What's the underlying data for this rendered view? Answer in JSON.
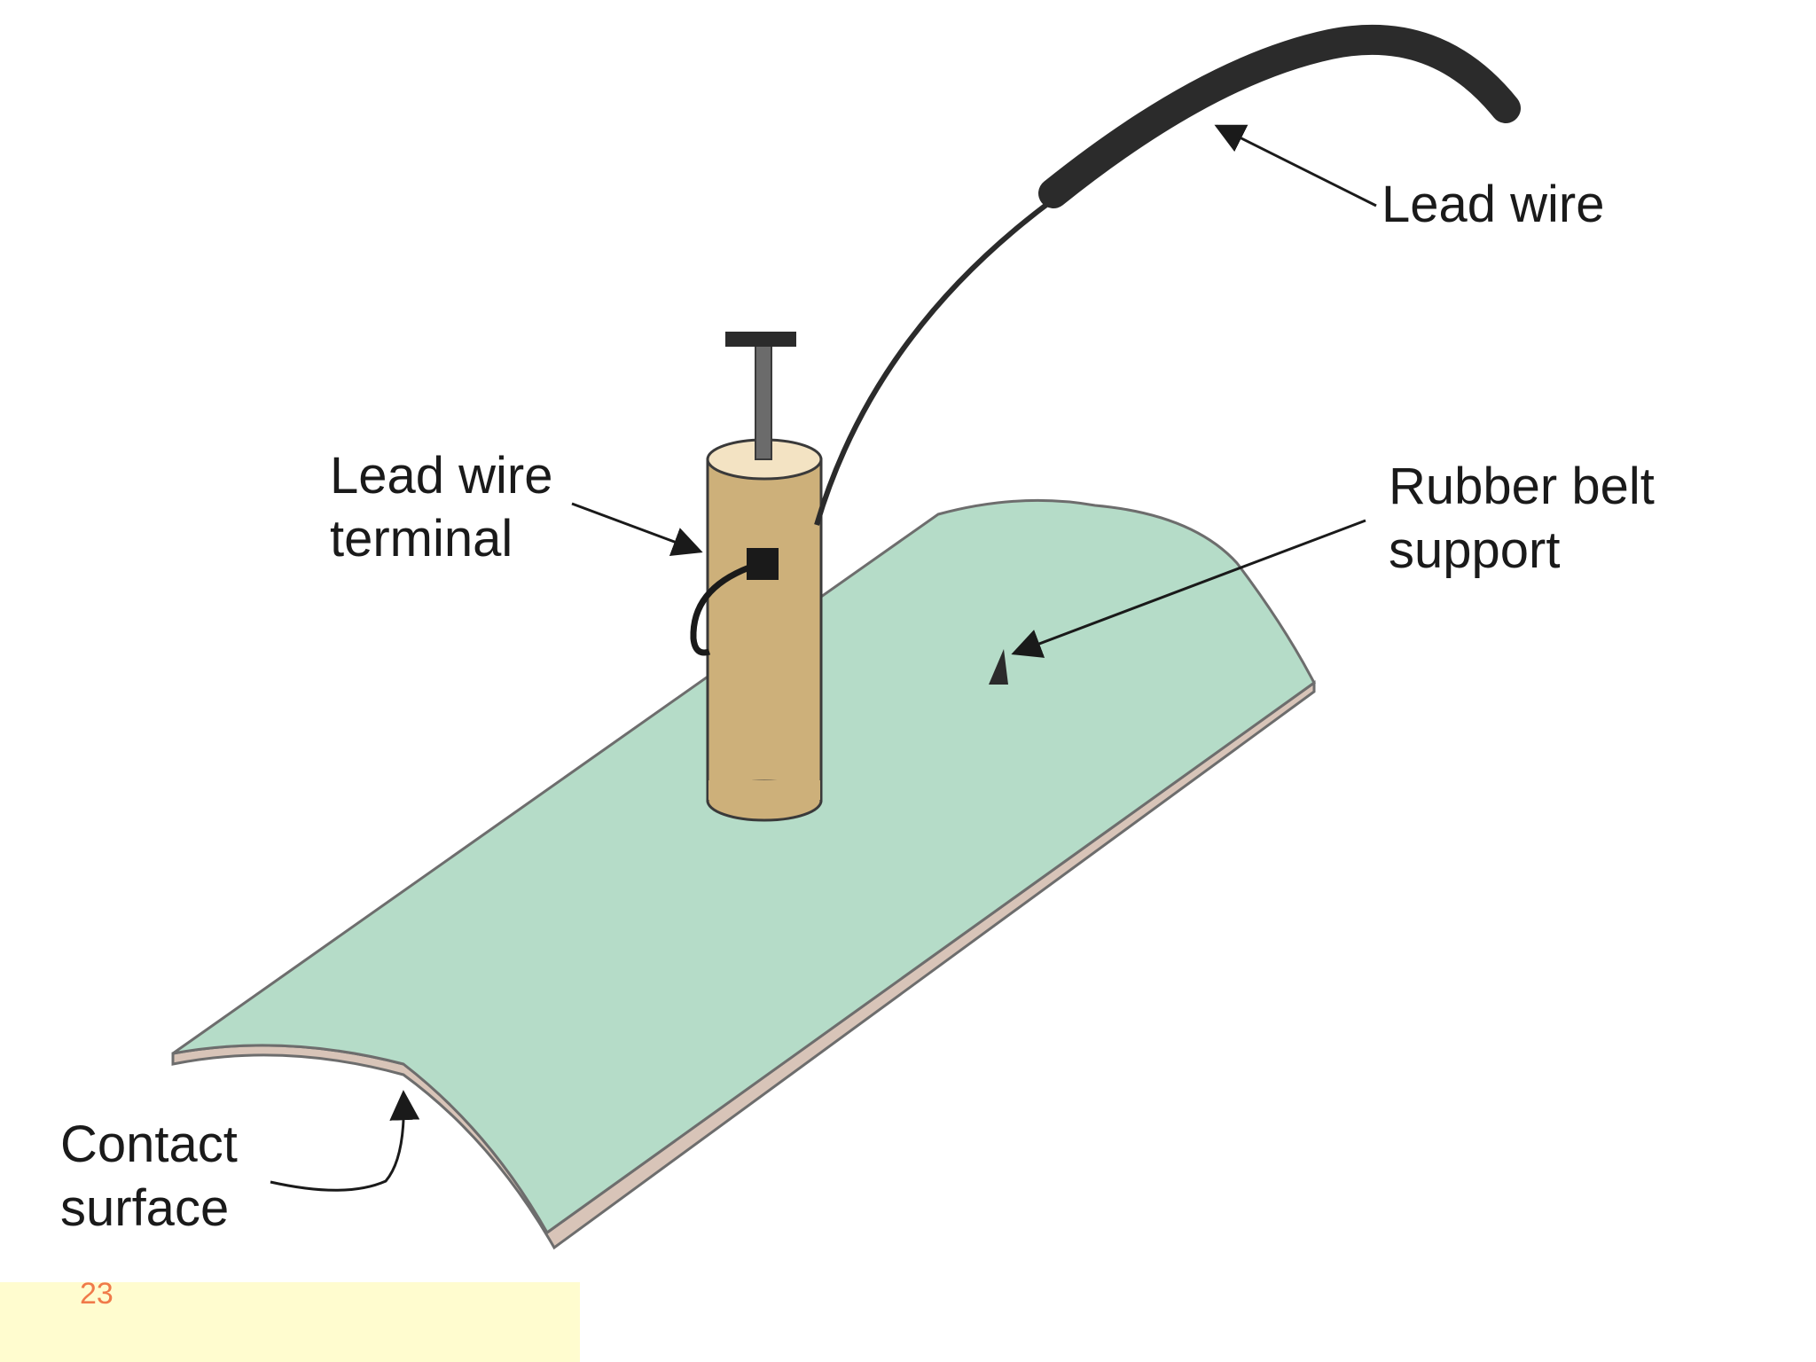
{
  "labels": {
    "lead_wire": "Lead wire",
    "lead_wire_terminal": [
      "Lead wire",
      "terminal"
    ],
    "rubber_belt_support": [
      "Rubber belt",
      "support"
    ],
    "contact_surface": [
      "Contact",
      "surface"
    ]
  },
  "page_number": "23",
  "colors": {
    "belt_top": "#b5dcc8",
    "belt_edge": "#d8c4b8",
    "cylinder_body": "#cdb07a",
    "cylinder_top": "#f3e3c3",
    "wire": "#2b2b2b",
    "footer_background": "#fffccf",
    "page_number_color": "#f07a4a"
  }
}
